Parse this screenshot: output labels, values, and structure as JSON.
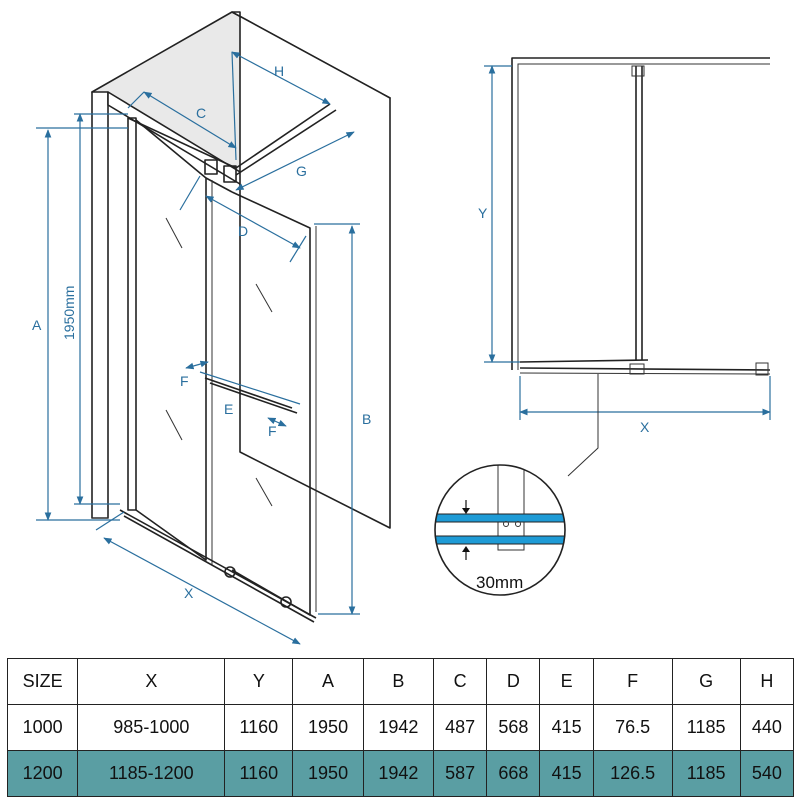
{
  "labels": {
    "H": "H",
    "C": "C",
    "G": "G",
    "D": "D",
    "A": "A",
    "B": "B",
    "E": "E",
    "F": "F",
    "X": "X",
    "Y": "Y",
    "height": "1950mm",
    "detail": "30mm"
  },
  "table": {
    "headers": [
      "SIZE",
      "X",
      "Y",
      "A",
      "B",
      "C",
      "D",
      "E",
      "F",
      "G",
      "H"
    ],
    "rows": [
      [
        "1000",
        "985-1000",
        "1160",
        "1950",
        "1942",
        "487",
        "568",
        "415",
        "76.5",
        "1185",
        "440"
      ],
      [
        "1200",
        "1185-1200",
        "1160",
        "1950",
        "1942",
        "587",
        "668",
        "415",
        "126.5",
        "1185",
        "540"
      ]
    ]
  },
  "colors": {
    "dimension": "#2a6f9e",
    "highlight_row": "#5a9ea3",
    "glass_band": "#1e9bd6"
  }
}
